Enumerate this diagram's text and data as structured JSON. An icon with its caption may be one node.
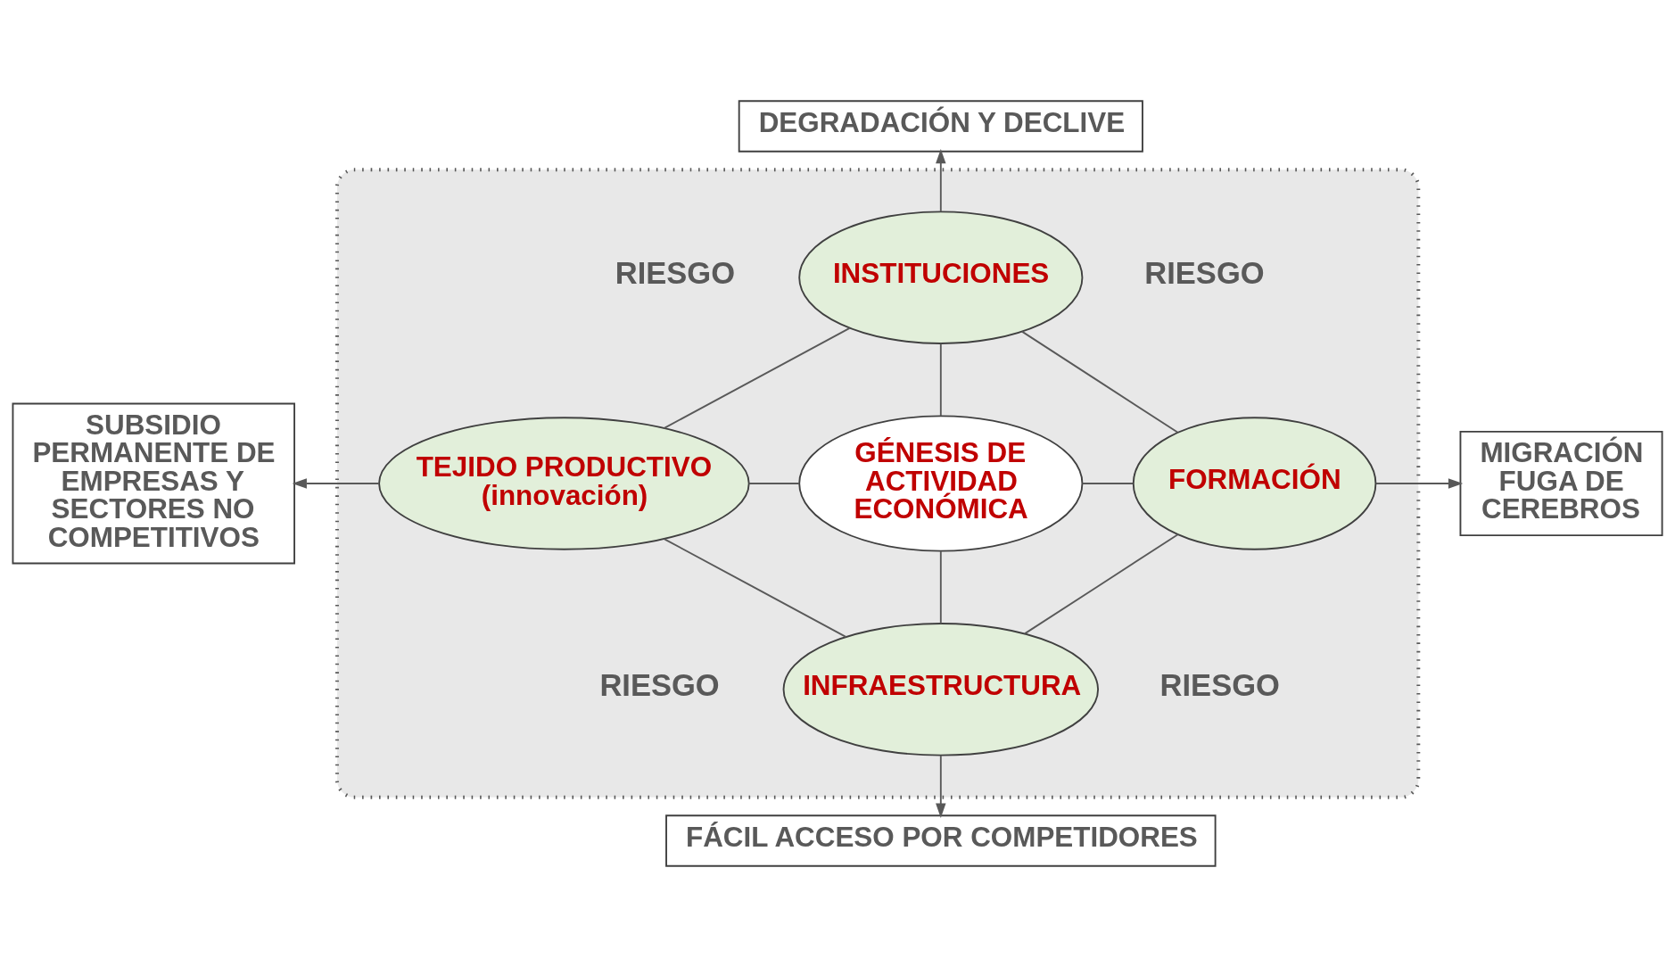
{
  "diagram": {
    "nodes": [
      {
        "text": [],
        "shape": "ellipse"
      },
      {
        "text": [
          "INSTITUCIONES"
        ],
        "in": 0
      },
      {
        "text": [
          "TEJIDO PRODUCTIVO (innovación)"
        ],
        "in": 0
      },
      {
        "text": [
          "GÉNESIS DE ACTIVIDAD ECONÓMICA"
        ],
        "in": 0
      },
      {
        "text": [
          "FORMACIÓN"
        ],
        "in": 0
      },
      {
        "text": [
          "INFRAESTRUCTURA"
        ],
        "in": 0
      },
      {
        "text": [
          "DEGRADACIÓN Y DECLIVE"
        ]
      },
      {
        "text": [
          "SUBSIDIO PERMANENTE DE EMPRESAS Y SECTORES NO COMPETITIVOS"
        ]
      },
      {
        "text": [
          "MIGRACIÓN FUGA DE CEREBROS"
        ]
      },
      {
        "text": [
          "FÁCIL ACCESO POR COMPETIDORES"
        ]
      }
    ],
    "edges": [
      {
        "from": 1,
        "to": 2,
        "arrow": "none"
      },
      {
        "from": 1,
        "to": 3,
        "arrow": "none"
      },
      {
        "from": 1,
        "to": 4,
        "arrow": "none"
      },
      {
        "from": 2,
        "to": 3,
        "arrow": "none"
      },
      {
        "from": 3,
        "to": 4,
        "arrow": "none"
      },
      {
        "from": 2,
        "to": 5,
        "arrow": "none"
      },
      {
        "from": 3,
        "to": 5,
        "arrow": "none"
      },
      {
        "from": 4,
        "to": 5,
        "arrow": "none"
      },
      {
        "from": 1,
        "to": 6,
        "arrow": "to"
      },
      {
        "from": 2,
        "to": 7,
        "arrow": "to"
      },
      {
        "from": 4,
        "to": 8,
        "arrow": "to"
      },
      {
        "from": 5,
        "to": 9,
        "arrow": "to"
      }
    ],
    "labels": [
      "RIESGO",
      "RIESGO",
      "RIESGO",
      "RIESGO"
    ]
  }
}
